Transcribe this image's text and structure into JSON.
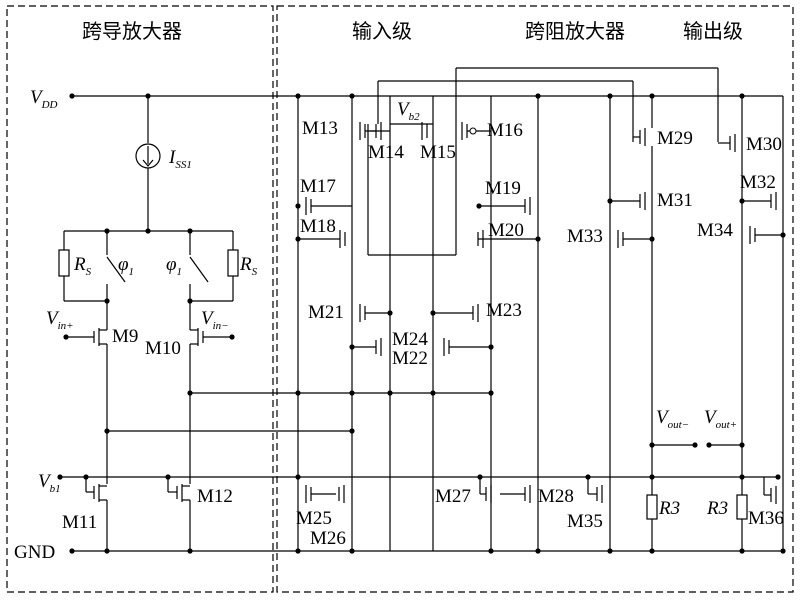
{
  "sections": {
    "tca": "跨导放大器",
    "input": "输入级",
    "tia": "跨阻放大器",
    "output": "输出级"
  },
  "rails": {
    "vdd_main": "V",
    "vdd_sub": "DD",
    "gnd": "GND"
  },
  "inputs": {
    "vb1_main": "V",
    "vb1_sub": "b1",
    "vb2_main": "V",
    "vb2_sub": "b2",
    "vinp_main": "V",
    "vinp_sub": "in+",
    "vinn_main": "V",
    "vinn_sub": "in−",
    "voutn_main": "V",
    "voutn_sub": "out−",
    "voutp_main": "V",
    "voutp_sub": "out+"
  },
  "passives": {
    "iss_main": "I",
    "iss_sub": "SS1",
    "rs_main": "R",
    "rs_sub": "S",
    "phi_main": "φ",
    "phi_sub": "1",
    "r3": "R3"
  },
  "transistors": {
    "m9": "M9",
    "m10": "M10",
    "m11": "M11",
    "m12": "M12",
    "m13": "M13",
    "m14": "M14",
    "m15": "M15",
    "m16": "M16",
    "m17": "M17",
    "m18": "M18",
    "m19": "M19",
    "m20": "M20",
    "m21": "M21",
    "m22": "M22",
    "m23": "M23",
    "m24": "M24",
    "m25": "M25",
    "m26": "M26",
    "m27": "M27",
    "m28": "M28",
    "m29": "M29",
    "m30": "M30",
    "m31": "M31",
    "m32": "M32",
    "m33": "M33",
    "m34": "M34",
    "m35": "M35",
    "m36": "M36"
  }
}
